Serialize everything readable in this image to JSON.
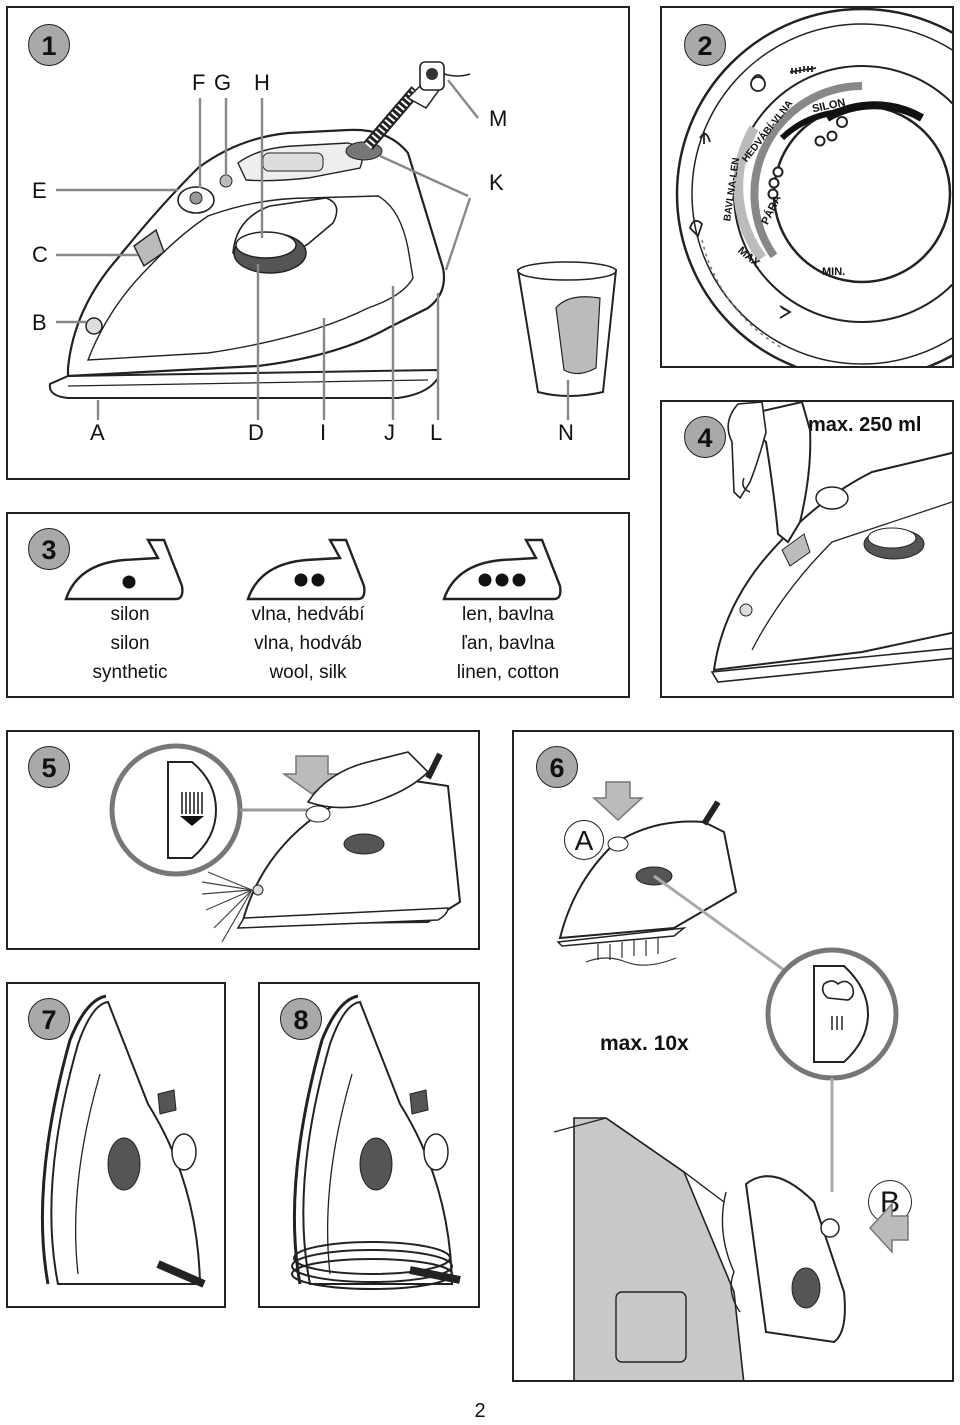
{
  "panel1": {
    "number": "1",
    "labels": {
      "F": "F",
      "G": "G",
      "H": "H",
      "M": "M",
      "E": "E",
      "K": "K",
      "C": "C",
      "B": "B",
      "A": "A",
      "D": "D",
      "I": "I",
      "J": "J",
      "L": "L",
      "N": "N"
    }
  },
  "panel2": {
    "number": "2",
    "dial": {
      "silon": "SILON",
      "hedvabi": "HEDVÁBÍ-VLNA",
      "bavlna": "BAVLNA-LEN",
      "para": "PÁRA",
      "max": "MAX.",
      "min": "MIN."
    }
  },
  "panel3": {
    "number": "3",
    "columns": [
      {
        "dots": 1,
        "lines": [
          "silon",
          "silon",
          "synthetic"
        ]
      },
      {
        "dots": 2,
        "lines": [
          "vlna, hedvábí",
          "vlna, hodváb",
          "wool, silk"
        ]
      },
      {
        "dots": 3,
        "lines": [
          "len, bavlna",
          "ľan, bavlna",
          "linen, cotton"
        ]
      }
    ]
  },
  "panel4": {
    "number": "4",
    "note": "max. 250 ml"
  },
  "panel5": {
    "number": "5"
  },
  "panel6": {
    "number": "6",
    "label_a": "A",
    "label_b": "B",
    "note": "max. 10x"
  },
  "panel7": {
    "number": "7"
  },
  "panel8": {
    "number": "8"
  },
  "page_number": "2"
}
